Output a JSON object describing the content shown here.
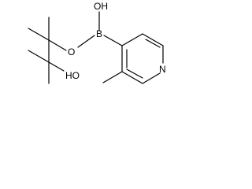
{
  "molecule": {
    "atoms": {
      "boron": "B",
      "hydroxy_on_boron": "OH",
      "ester_oxygen": "O",
      "tertiary_hydroxy": "HO",
      "pyridine_nitrogen": "N"
    }
  }
}
